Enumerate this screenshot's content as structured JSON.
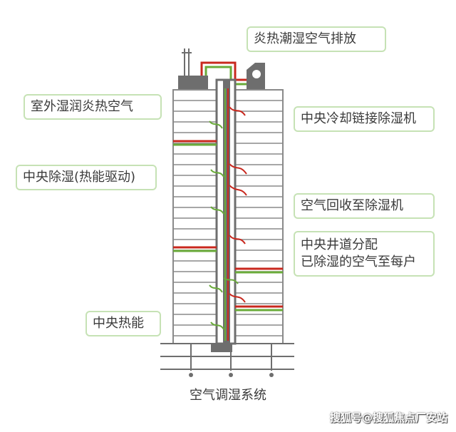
{
  "labels": {
    "exhaust": "炎热潮湿空气排放",
    "outdoor_air": "室外湿润炎热空气",
    "central_chiller": "中央冷却链接除湿机",
    "central_dehumid": "中央除湿(热能驱动)",
    "air_recovery": "空气回收至除湿机",
    "shaft_line1": "中央井道分配",
    "shaft_line2": "已除湿的空气至每户",
    "central_heat": "中央热能"
  },
  "caption": "空气调湿系统",
  "watermark": "搜狐号@搜狐焦点厂安站",
  "colors": {
    "label_border": "#c6e2b5",
    "building_line": "#8a8a8a",
    "shaft": "#6e6e6e",
    "duct_green": "#6aab3a",
    "duct_red": "#c8281e"
  }
}
